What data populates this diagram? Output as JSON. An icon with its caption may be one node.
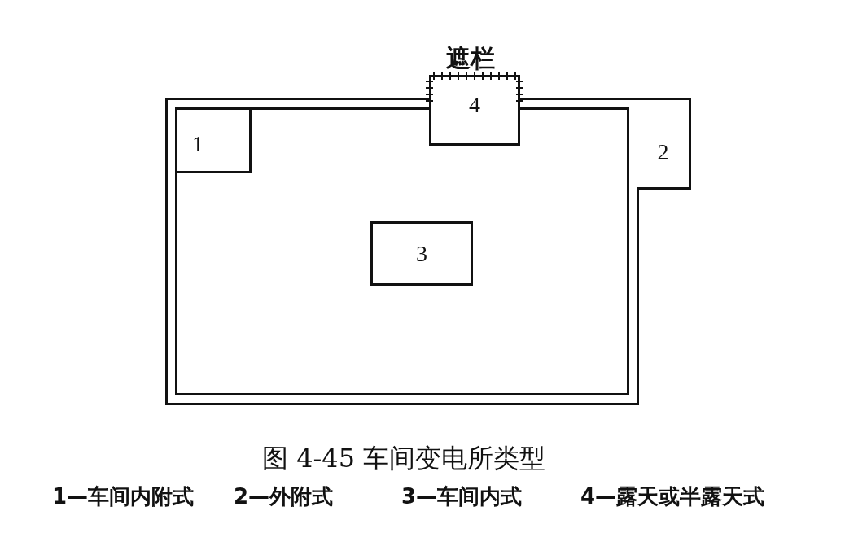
{
  "diagram": {
    "caption": "图 4-45 车间变电所类型",
    "nodes": [
      {
        "text": [],
        "shape": "box"
      },
      {
        "text": [
          "1"
        ],
        "in": 0
      },
      {
        "text": [
          "2"
        ]
      },
      {
        "text": [
          "3"
        ],
        "in": 0
      },
      {
        "text": [
          "4"
        ]
      }
    ],
    "labels": [
      "遮栏",
      "1—车间内附式",
      "2—外附式",
      "3—车间内式",
      "4—露天或半露天式"
    ]
  }
}
